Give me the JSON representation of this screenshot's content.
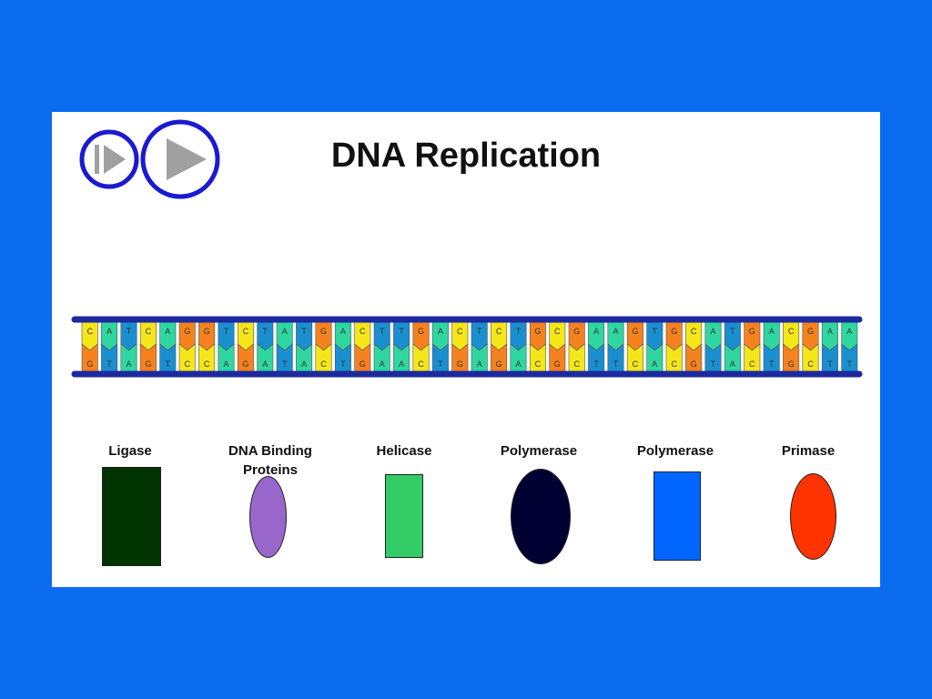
{
  "title": "DNA  Replication",
  "controls": {
    "step_icon": "step-forward-icon",
    "play_icon": "play-icon",
    "accent": "#1a1ad0",
    "icon_fill": "#a0a0a0"
  },
  "dna": {
    "backbone_color": "#1c2a9c",
    "top_strand": [
      "C",
      "A",
      "T",
      "C",
      "A",
      "G",
      "G",
      "T",
      "C",
      "T",
      "A",
      "T",
      "G",
      "A",
      "C",
      "T",
      "T",
      "G",
      "A",
      "C",
      "T",
      "C",
      "T",
      "G",
      "C",
      "G",
      "A",
      "A",
      "G",
      "T",
      "G",
      "C",
      "A",
      "T",
      "G",
      "A",
      "C",
      "G",
      "A",
      "A"
    ],
    "bottom_strand": [
      "G",
      "T",
      "A",
      "G",
      "T",
      "C",
      "C",
      "A",
      "G",
      "A",
      "T",
      "A",
      "C",
      "T",
      "G",
      "A",
      "A",
      "C",
      "T",
      "G",
      "A",
      "G",
      "A",
      "C",
      "G",
      "C",
      "T",
      "T",
      "C",
      "A",
      "C",
      "G",
      "T",
      "A",
      "C",
      "T",
      "G",
      "C",
      "T",
      "T"
    ],
    "base_colors": {
      "A": "#2fd6a0",
      "T": "#1a8fd0",
      "C": "#f5e61a",
      "G": "#f5821f"
    }
  },
  "proteins": [
    {
      "label": "Ligase",
      "shape": "rect",
      "color": "#003300"
    },
    {
      "label": "DNA Binding Proteins",
      "shape": "ellipse",
      "color": "#9966cc"
    },
    {
      "label": "Helicase",
      "shape": "rect",
      "color": "#33cc66"
    },
    {
      "label": "Polymerase",
      "shape": "ellipse",
      "color": "#000033"
    },
    {
      "label": "Polymerase",
      "shape": "rect",
      "color": "#0066ff"
    },
    {
      "label": "Primase",
      "shape": "ellipse",
      "color": "#ff3300"
    }
  ]
}
